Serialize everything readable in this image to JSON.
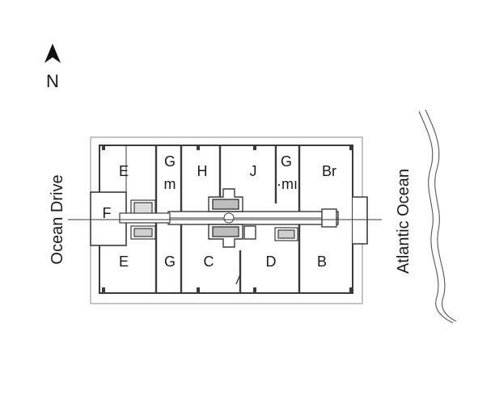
{
  "compass": {
    "label": "N",
    "icon": "north-arrow-icon"
  },
  "streets": {
    "west": "Ocean Drive",
    "east": "Atlantic Ocean"
  },
  "units": {
    "e_north": "E",
    "e_south": "E",
    "f": "F",
    "g_west_top": "G",
    "g_west_top_sub": "m",
    "g_west_bottom": "G",
    "h": "H",
    "j": "J",
    "g_east_top": "G",
    "g_east_top_sub": "·mı",
    "br": "Br",
    "c": "C",
    "d": "D",
    "b": "B"
  },
  "colors": {
    "line": "#3a3a3a",
    "outline": "#8a8a8a",
    "text": "#1a1a1a",
    "fill": "#ffffff"
  }
}
